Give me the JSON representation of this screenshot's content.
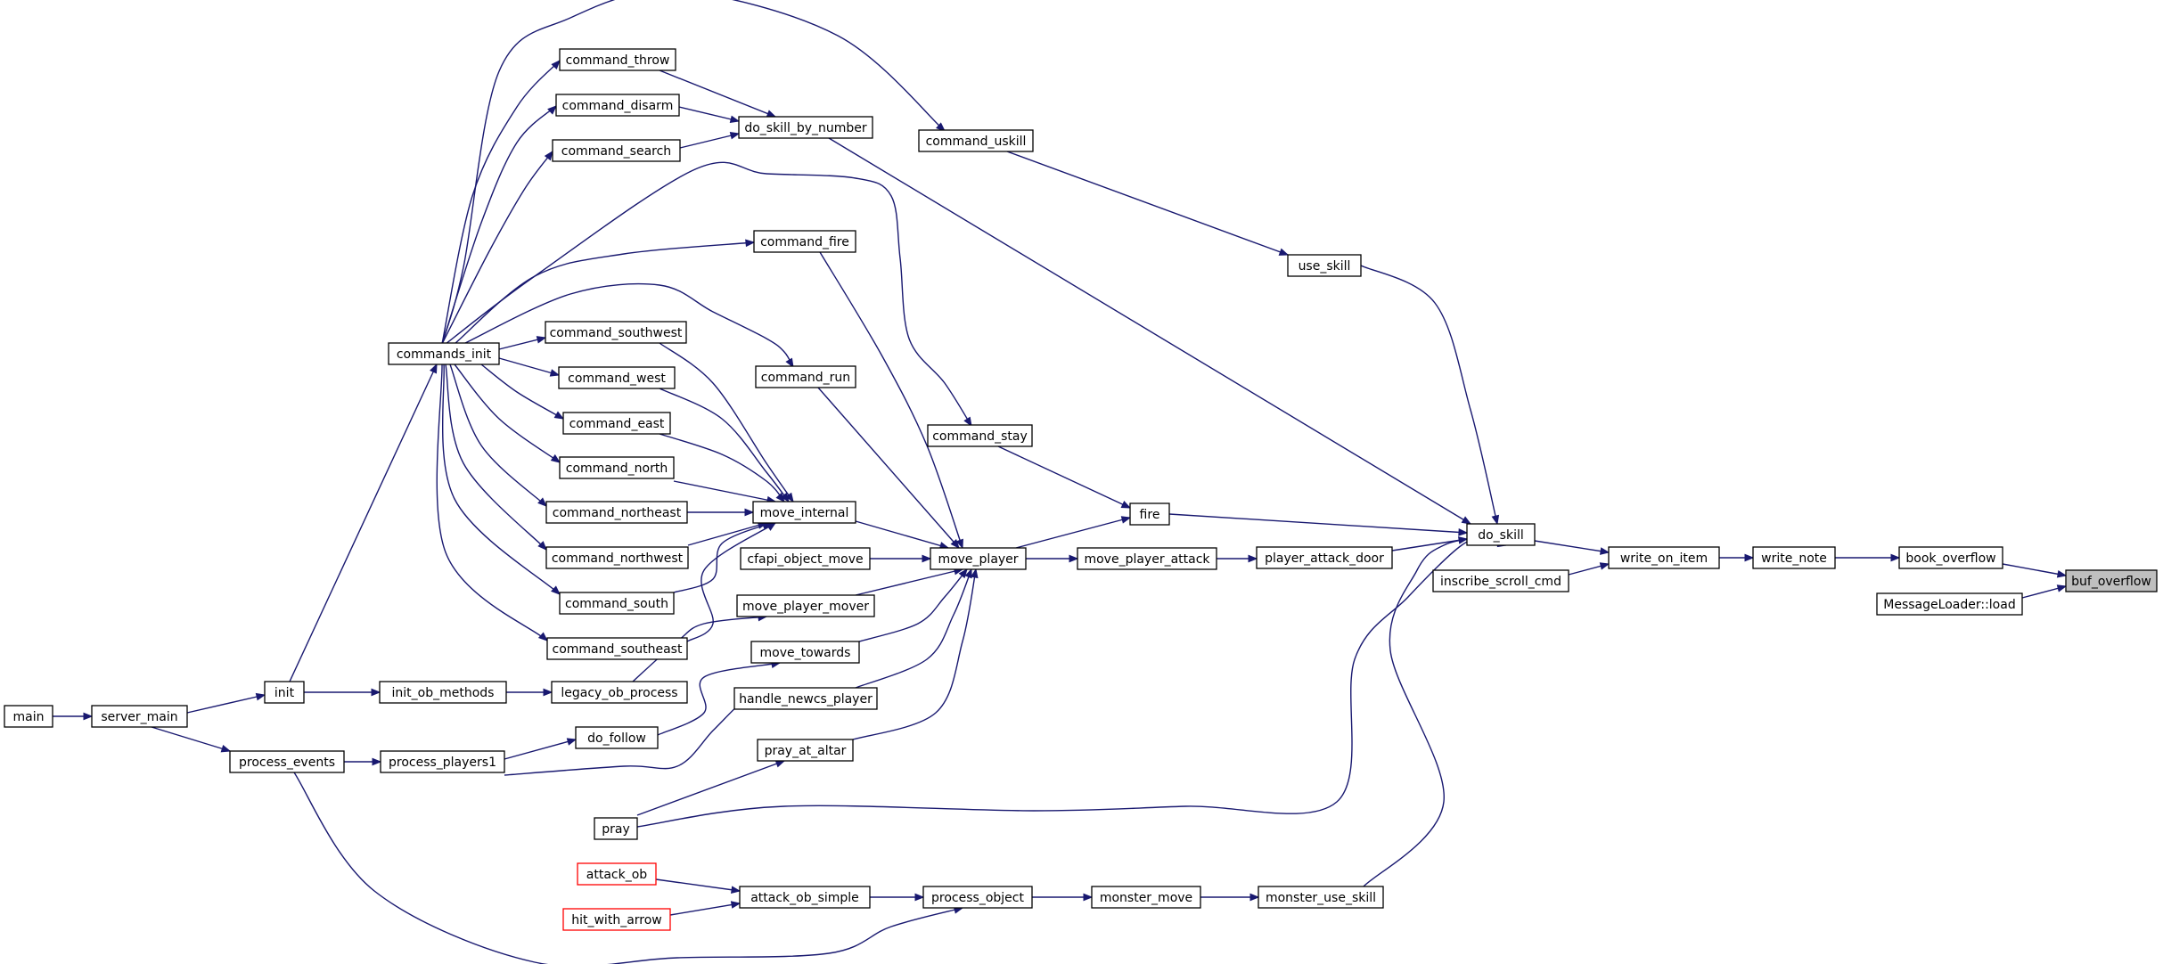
{
  "diagram": {
    "type": "call-graph",
    "colors": {
      "edge": "#191970",
      "node_border": "#000000",
      "external_border": "#ff0000",
      "highlight_fill": "#bfbfbf"
    },
    "nodes": [
      {
        "id": "buf_overflow",
        "label": "buf_overflow",
        "highlight": true
      },
      {
        "id": "book_overflow",
        "label": "book_overflow"
      },
      {
        "id": "MessageLoader_load",
        "label": "MessageLoader::load"
      },
      {
        "id": "write_note",
        "label": "write_note"
      },
      {
        "id": "write_on_item",
        "label": "write_on_item"
      },
      {
        "id": "do_skill",
        "label": "do_skill"
      },
      {
        "id": "inscribe_scroll_cmd",
        "label": "inscribe_scroll_cmd"
      },
      {
        "id": "do_skill_by_number",
        "label": "do_skill_by_number"
      },
      {
        "id": "fire",
        "label": "fire"
      },
      {
        "id": "player_attack_door",
        "label": "player_attack_door"
      },
      {
        "id": "pray",
        "label": "pray"
      },
      {
        "id": "use_skill",
        "label": "use_skill"
      },
      {
        "id": "monster_use_skill",
        "label": "monster_use_skill"
      },
      {
        "id": "command_throw",
        "label": "command_throw"
      },
      {
        "id": "command_disarm",
        "label": "command_disarm"
      },
      {
        "id": "command_search",
        "label": "command_search"
      },
      {
        "id": "command_uskill",
        "label": "command_uskill"
      },
      {
        "id": "commands_init",
        "label": "commands_init"
      },
      {
        "id": "command_stay",
        "label": "command_stay"
      },
      {
        "id": "move_player",
        "label": "move_player"
      },
      {
        "id": "move_player_attack",
        "label": "move_player_attack"
      },
      {
        "id": "command_fire",
        "label": "command_fire"
      },
      {
        "id": "command_run",
        "label": "command_run"
      },
      {
        "id": "move_internal",
        "label": "move_internal"
      },
      {
        "id": "cfapi_object_move",
        "label": "cfapi_object_move"
      },
      {
        "id": "move_player_mover",
        "label": "move_player_mover"
      },
      {
        "id": "move_towards",
        "label": "move_towards"
      },
      {
        "id": "handle_newcs_player",
        "label": "handle_newcs_player"
      },
      {
        "id": "pray_at_altar",
        "label": "pray_at_altar"
      },
      {
        "id": "command_southwest",
        "label": "command_southwest"
      },
      {
        "id": "command_west",
        "label": "command_west"
      },
      {
        "id": "command_east",
        "label": "command_east"
      },
      {
        "id": "command_north",
        "label": "command_north"
      },
      {
        "id": "command_northeast",
        "label": "command_northeast"
      },
      {
        "id": "command_northwest",
        "label": "command_northwest"
      },
      {
        "id": "command_south",
        "label": "command_south"
      },
      {
        "id": "command_southeast",
        "label": "command_southeast"
      },
      {
        "id": "init",
        "label": "init"
      },
      {
        "id": "server_main",
        "label": "server_main"
      },
      {
        "id": "main",
        "label": "main"
      },
      {
        "id": "legacy_ob_process",
        "label": "legacy_ob_process"
      },
      {
        "id": "init_ob_methods",
        "label": "init_ob_methods"
      },
      {
        "id": "do_follow",
        "label": "do_follow"
      },
      {
        "id": "process_players1",
        "label": "process_players1"
      },
      {
        "id": "process_events",
        "label": "process_events"
      },
      {
        "id": "monster_move",
        "label": "monster_move"
      },
      {
        "id": "process_object",
        "label": "process_object"
      },
      {
        "id": "attack_ob_simple",
        "label": "attack_ob_simple"
      },
      {
        "id": "attack_ob",
        "label": "attack_ob",
        "external": true
      },
      {
        "id": "hit_with_arrow",
        "label": "hit_with_arrow",
        "external": true
      }
    ],
    "edges": [
      {
        "from": "book_overflow",
        "to": "buf_overflow"
      },
      {
        "from": "MessageLoader_load",
        "to": "buf_overflow"
      },
      {
        "from": "write_note",
        "to": "book_overflow"
      },
      {
        "from": "write_on_item",
        "to": "write_note"
      },
      {
        "from": "do_skill",
        "to": "write_on_item"
      },
      {
        "from": "inscribe_scroll_cmd",
        "to": "write_on_item"
      },
      {
        "from": "do_skill_by_number",
        "to": "do_skill"
      },
      {
        "from": "fire",
        "to": "do_skill"
      },
      {
        "from": "player_attack_door",
        "to": "do_skill"
      },
      {
        "from": "pray",
        "to": "do_skill"
      },
      {
        "from": "use_skill",
        "to": "do_skill"
      },
      {
        "from": "monster_use_skill",
        "to": "do_skill"
      },
      {
        "from": "command_throw",
        "to": "do_skill_by_number"
      },
      {
        "from": "command_disarm",
        "to": "do_skill_by_number"
      },
      {
        "from": "command_search",
        "to": "do_skill_by_number"
      },
      {
        "from": "command_uskill",
        "to": "use_skill"
      },
      {
        "from": "commands_init",
        "to": "command_throw"
      },
      {
        "from": "commands_init",
        "to": "command_disarm"
      },
      {
        "from": "commands_init",
        "to": "command_search"
      },
      {
        "from": "commands_init",
        "to": "command_uskill"
      },
      {
        "from": "commands_init",
        "to": "command_stay"
      },
      {
        "from": "commands_init",
        "to": "command_fire"
      },
      {
        "from": "commands_init",
        "to": "command_run"
      },
      {
        "from": "commands_init",
        "to": "command_southwest"
      },
      {
        "from": "commands_init",
        "to": "command_west"
      },
      {
        "from": "commands_init",
        "to": "command_east"
      },
      {
        "from": "commands_init",
        "to": "command_north"
      },
      {
        "from": "commands_init",
        "to": "command_northeast"
      },
      {
        "from": "commands_init",
        "to": "command_northwest"
      },
      {
        "from": "commands_init",
        "to": "command_south"
      },
      {
        "from": "commands_init",
        "to": "command_southeast"
      },
      {
        "from": "command_stay",
        "to": "fire"
      },
      {
        "from": "move_player",
        "to": "fire"
      },
      {
        "from": "move_player_attack",
        "to": "player_attack_door"
      },
      {
        "from": "move_player",
        "to": "move_player_attack"
      },
      {
        "from": "command_fire",
        "to": "move_player"
      },
      {
        "from": "command_run",
        "to": "move_player"
      },
      {
        "from": "move_internal",
        "to": "move_player"
      },
      {
        "from": "cfapi_object_move",
        "to": "move_player"
      },
      {
        "from": "move_player_mover",
        "to": "move_player"
      },
      {
        "from": "move_towards",
        "to": "move_player"
      },
      {
        "from": "handle_newcs_player",
        "to": "move_player"
      },
      {
        "from": "pray_at_altar",
        "to": "move_player"
      },
      {
        "from": "command_southwest",
        "to": "move_internal"
      },
      {
        "from": "command_west",
        "to": "move_internal"
      },
      {
        "from": "command_east",
        "to": "move_internal"
      },
      {
        "from": "command_north",
        "to": "move_internal"
      },
      {
        "from": "command_northeast",
        "to": "move_internal"
      },
      {
        "from": "command_northwest",
        "to": "move_internal"
      },
      {
        "from": "command_south",
        "to": "move_internal"
      },
      {
        "from": "command_southeast",
        "to": "move_internal"
      },
      {
        "from": "init",
        "to": "commands_init"
      },
      {
        "from": "init",
        "to": "init_ob_methods"
      },
      {
        "from": "server_main",
        "to": "init"
      },
      {
        "from": "server_main",
        "to": "process_events"
      },
      {
        "from": "main",
        "to": "server_main"
      },
      {
        "from": "init_ob_methods",
        "to": "legacy_ob_process"
      },
      {
        "from": "legacy_ob_process",
        "to": "move_player_mover"
      },
      {
        "from": "do_follow",
        "to": "move_towards"
      },
      {
        "from": "process_players1",
        "to": "do_follow"
      },
      {
        "from": "process_players1",
        "to": "handle_newcs_player"
      },
      {
        "from": "process_events",
        "to": "process_players1"
      },
      {
        "from": "process_events",
        "to": "process_object"
      },
      {
        "from": "pray",
        "to": "pray_at_altar"
      },
      {
        "from": "monster_move",
        "to": "monster_use_skill"
      },
      {
        "from": "process_object",
        "to": "monster_move"
      },
      {
        "from": "attack_ob_simple",
        "to": "process_object"
      },
      {
        "from": "attack_ob",
        "to": "attack_ob_simple"
      },
      {
        "from": "hit_with_arrow",
        "to": "attack_ob_simple"
      }
    ]
  }
}
